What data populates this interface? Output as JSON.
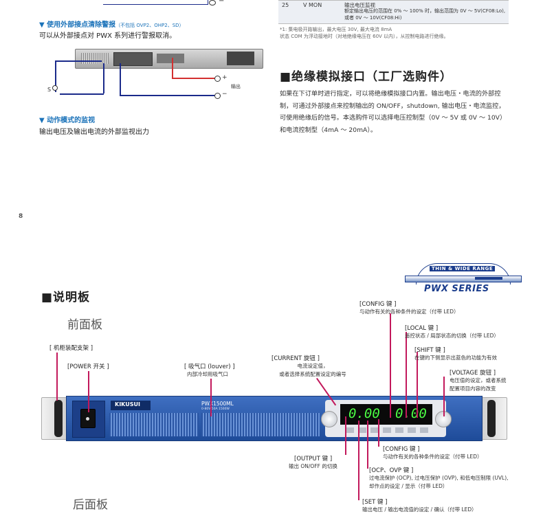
{
  "table_row": {
    "pin": "25",
    "signal": "V MON",
    "desc_title": "输出电压监视",
    "desc_body": "额定输出电压的范围在 0% ～ 100% 时，输出范围为 0V ～ 5V(CF08:Lo), 或者 0V ～ 10V(CF08:Hi)"
  },
  "footnote": "*1: 集电极开路输出，最大电压 30V, 最大电流 8mA\n状态 COM 为浮动接地时（对地绝缘电压在 60V 以内），从控制电路进行绝缘。",
  "alarm": {
    "heading": "▼ 使用外部接点清除警报",
    "heading_note": "（不包括 OVP2、OHP2、SD）",
    "body": "可以从外部接点对 PWX 系列进行警报取消。"
  },
  "diagram": {
    "s_label": "S",
    "plus": "+",
    "minus": "−",
    "output": "输出"
  },
  "monitor": {
    "heading": "▼ 动作模式的监视",
    "body": "输出电压及输出电流的外部监视出力"
  },
  "isolation": {
    "title": "■绝缘模拟接口（工厂选购件）",
    "body": "如果在下订单时进行指定，可以将绝缘模拟接口内置。输出电压・电流的外部控制，可通过外部接点来控制输出的 ON/OFF，shutdown, 输出电压・电流监控，可使用绝缘后的信号。本选购件可以选择电压控制型（0V ～ 5V 或 0V ～ 10V）和电流控制型（4mA ～ 20mA）。"
  },
  "page_number": "8",
  "logo": {
    "top": "THIN & WIDE RANGE",
    "main": "PWX SERIES"
  },
  "panel": {
    "title": "■说明板",
    "front": "前面板",
    "rear": "后面板"
  },
  "device": {
    "brand": "KIKUSUI",
    "model": "PWX1500ML",
    "spec": "0-80V 50A 1500W",
    "volt": "0.00",
    "amp": "0.00"
  },
  "callouts": {
    "rack": "[ 机柜装配支架 ]",
    "power": "[POWER 开关 ]",
    "louver_t": "[ 吸气口 (louver) ]",
    "louver_d": "内部冷却用吸气口",
    "current_t": "[CURRENT 旋钮 ]",
    "current_d": "电流设定值，\n或者选择系统配置设定的编号",
    "config1_t": "[CONFIG 键 ]",
    "config1_d": "与动作有关的各种条件的设定（付带 LED）",
    "local_t": "[LOCAL 键 ]",
    "local_d": "遥控状态 / 局部状态的切换（付带 LED）",
    "shift_t": "[SHIFT 键 ]",
    "shift_d": "在键的下侧显示出蓝色的功能为有效",
    "voltage_t": "[VOLTAGE 旋钮 ]",
    "voltage_d": "电压值的设定，或者系统\n配置项目内容的改变",
    "output_t": "[OUTPUT 键 ]",
    "output_d": "输出 ON/OFF 的切换",
    "config2_t": "[CONFIG 键 ]",
    "config2_d": "与动作有关的各种条件的设定（付带 LED）",
    "ocp_t": "[OCP、OVP 键 ]",
    "ocp_d": "过电流保护 (OCP), 过电压保护 (OVP), 和低电压制限 (UVL),\n却作点的设定 / 显示（付带 LED）",
    "set_t": "[SET 键 ]",
    "set_d": "输出电压 / 输出电流值的设定 / 确认（付带 LED）"
  }
}
